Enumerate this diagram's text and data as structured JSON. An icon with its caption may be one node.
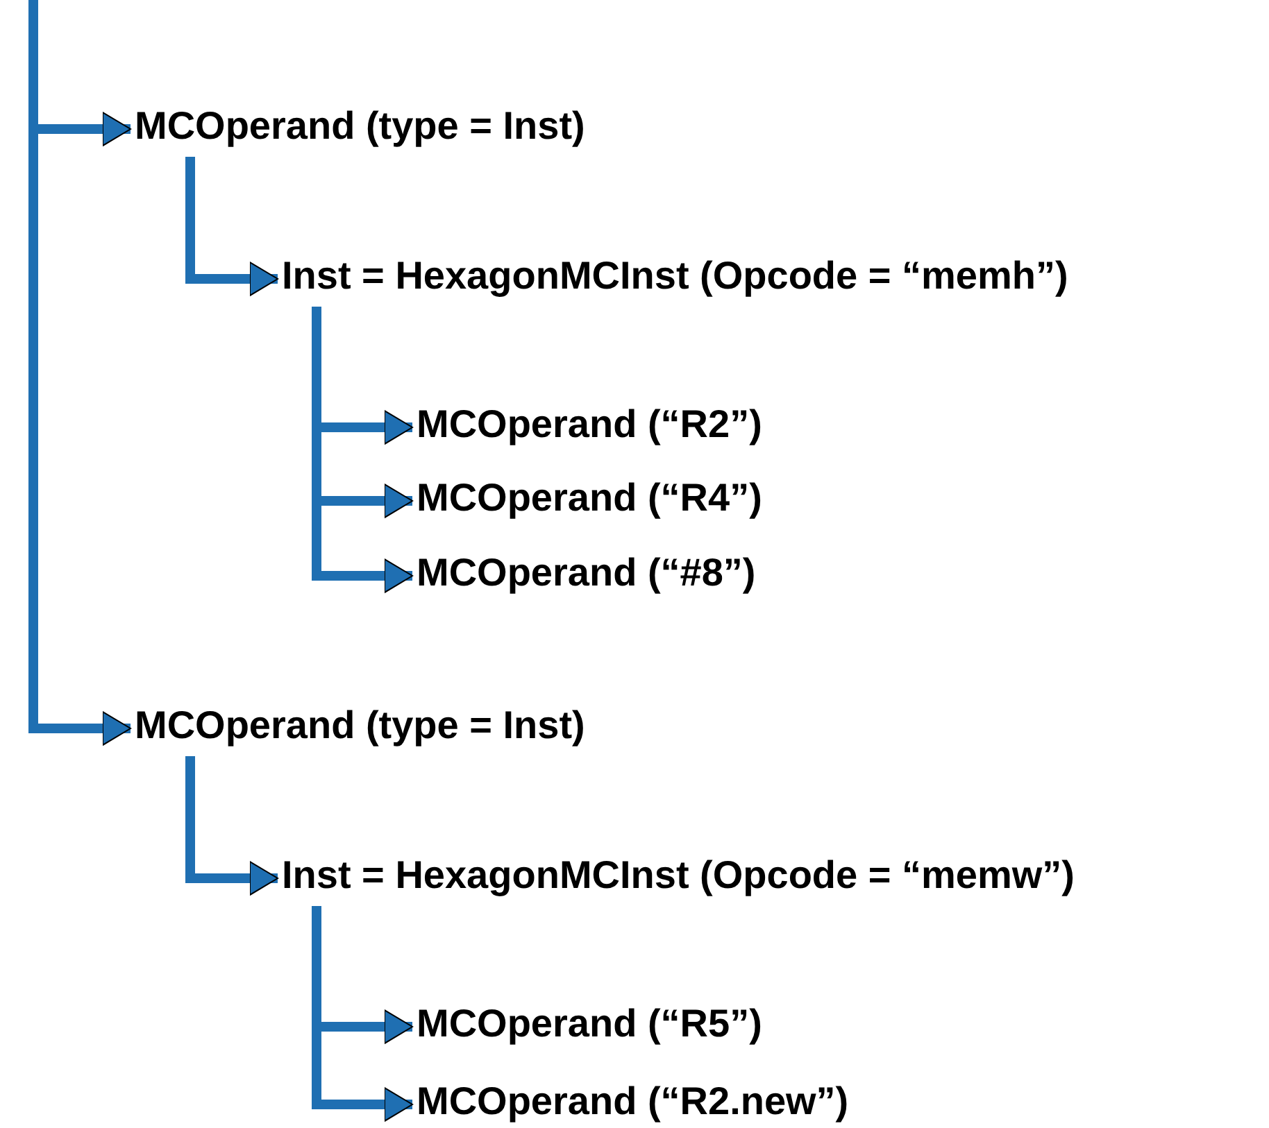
{
  "diagram": {
    "nodes": [
      {
        "text": [
          "MCOperand (type = Inst)"
        ]
      },
      {
        "text": [
          "Inst = HexagonMCInst (Opcode = “memh”)"
        ]
      },
      {
        "text": [
          "MCOperand (“R2”)"
        ]
      },
      {
        "text": [
          "MCOperand (“R4”)"
        ]
      },
      {
        "text": [
          "MCOperand (“#8”)"
        ]
      },
      {
        "text": [
          "MCOperand (type = Inst)"
        ]
      },
      {
        "text": [
          "Inst = HexagonMCInst (Opcode = “memw”)"
        ]
      },
      {
        "text": [
          "MCOperand (“R5”)"
        ]
      },
      {
        "text": [
          "MCOperand (“R2.new”)"
        ]
      }
    ],
    "edges": [
      {
        "from": null,
        "to": 0,
        "arrow": "to"
      },
      {
        "from": 0,
        "to": 1,
        "arrow": "to"
      },
      {
        "from": 1,
        "to": 2,
        "arrow": "to"
      },
      {
        "from": 1,
        "to": 3,
        "arrow": "to"
      },
      {
        "from": 1,
        "to": 4,
        "arrow": "to"
      },
      {
        "from": null,
        "to": 5,
        "arrow": "to"
      },
      {
        "from": 5,
        "to": 6,
        "arrow": "to"
      },
      {
        "from": 6,
        "to": 7,
        "arrow": "to"
      },
      {
        "from": 6,
        "to": 8,
        "arrow": "to"
      }
    ]
  }
}
